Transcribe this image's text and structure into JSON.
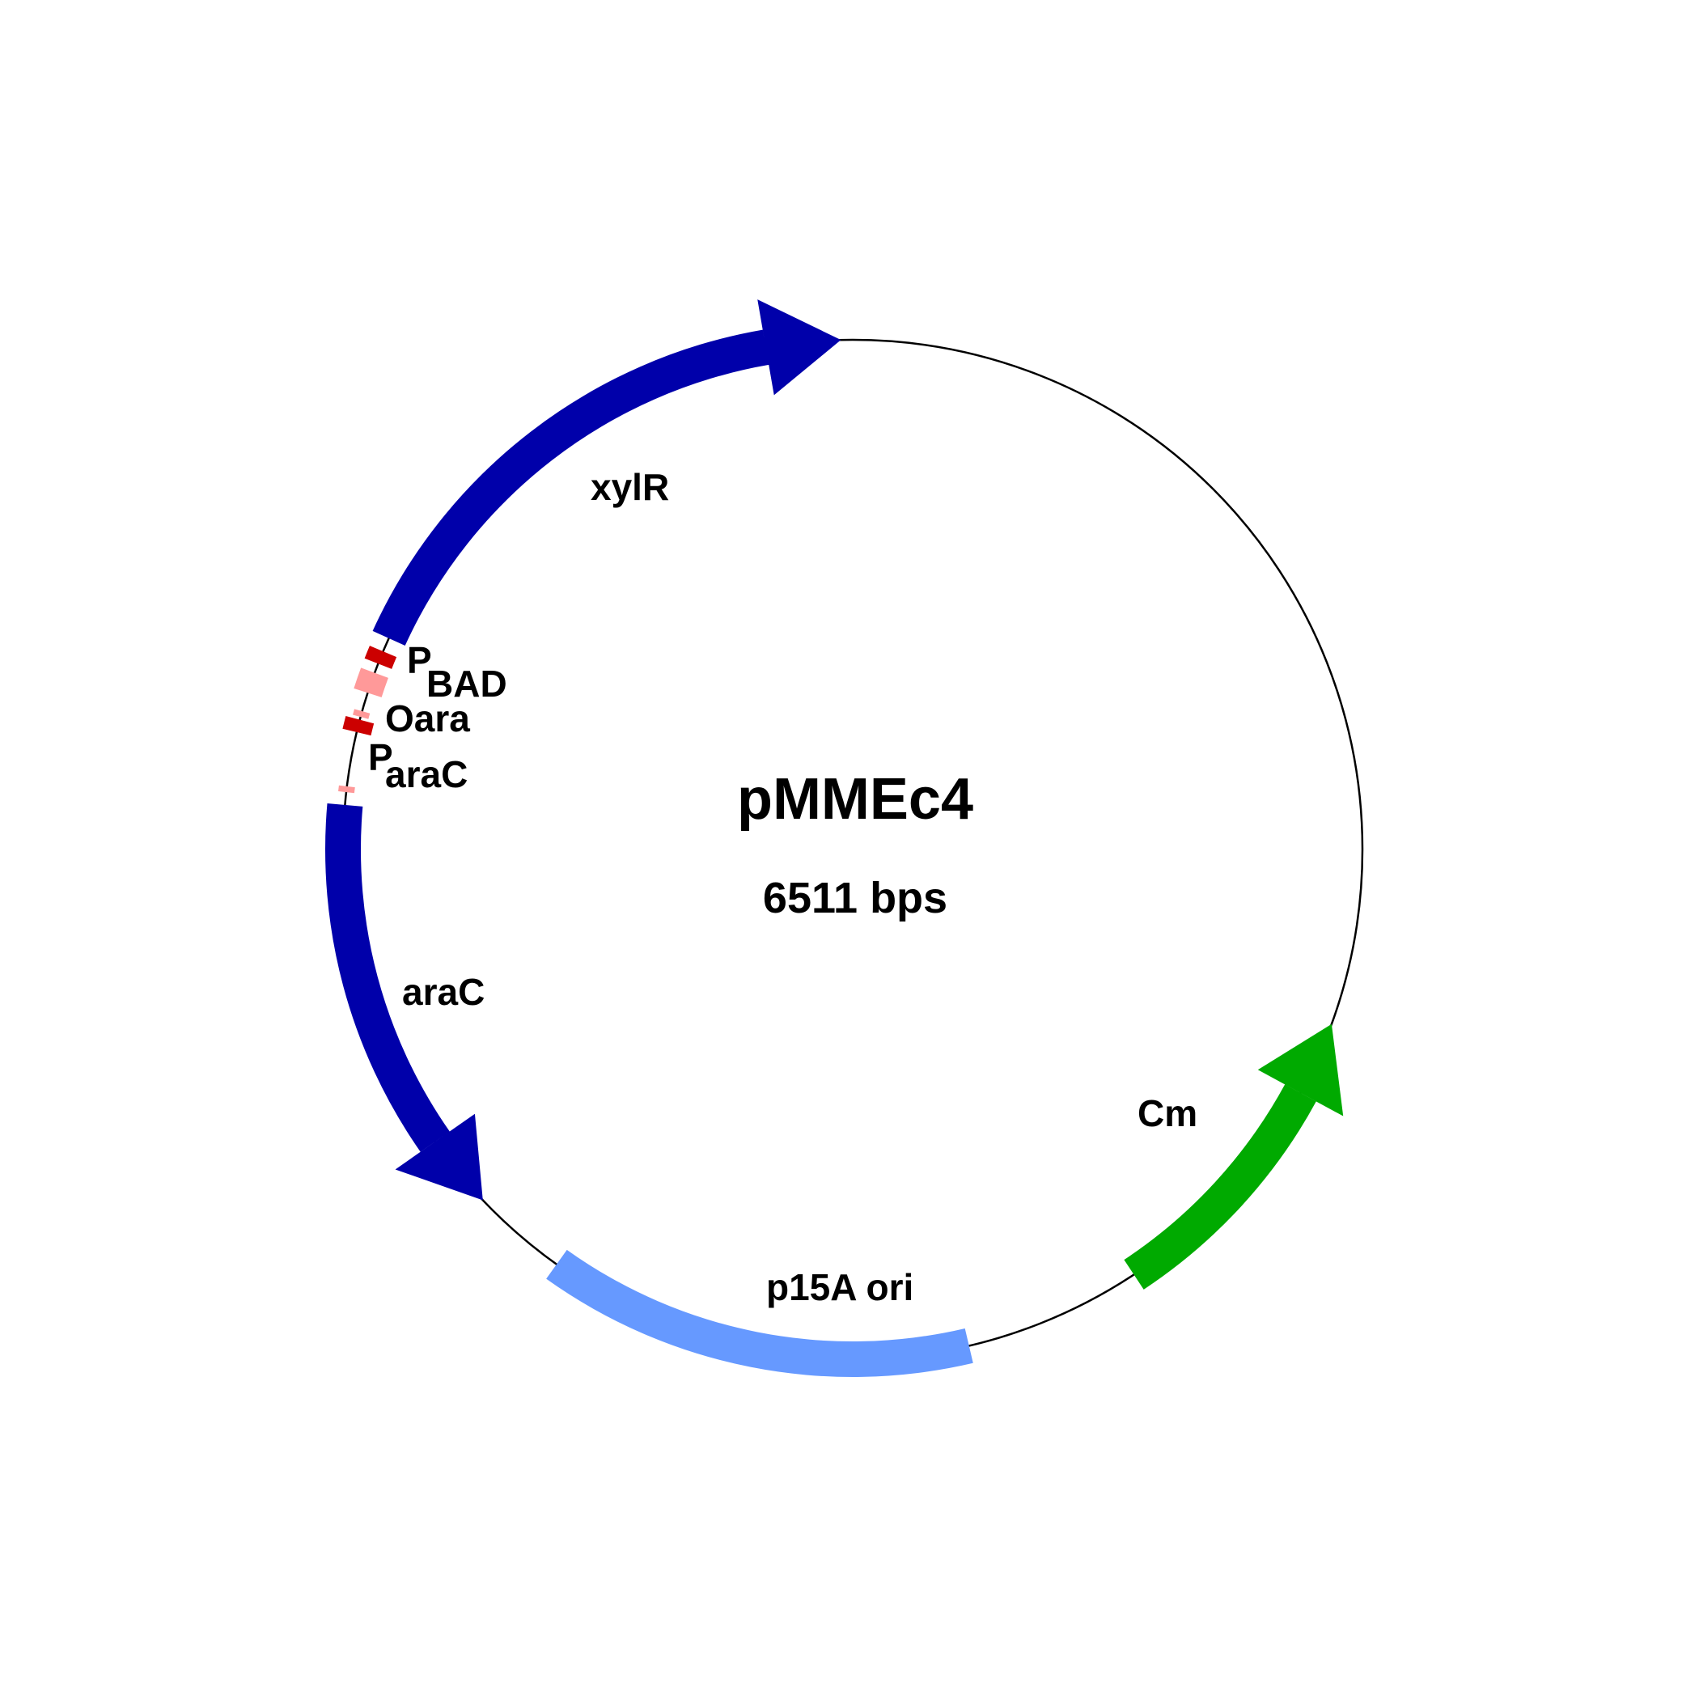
{
  "plasmid": {
    "name": "pMMEc4",
    "length_bp": 6511,
    "size_label": "6511 bps"
  },
  "features": [
    {
      "id": "xylR",
      "label": "xylR",
      "type": "gene",
      "strand": "+",
      "start": 5326,
      "end": 6487,
      "color": "#0000AA"
    },
    {
      "id": "araC",
      "label": "araC",
      "type": "gene",
      "strand": "-",
      "start": 4097,
      "end": 4974,
      "color": "#0000AA"
    },
    {
      "id": "p15A-ori",
      "label": "p15A ori",
      "type": "rep_origin",
      "strand": "none",
      "start": 3017,
      "end": 3898,
      "color": "#6699FF"
    },
    {
      "id": "Cm",
      "label": "Cm",
      "type": "gene",
      "strand": "-",
      "start": 1990,
      "end": 2650,
      "color": "#00AA00"
    },
    {
      "id": "pbad-promoter",
      "label_main": "P",
      "label_sub": "BAD",
      "type": "promoter",
      "start": 5270,
      "end": 5297,
      "color": "#CC0000"
    },
    {
      "id": "operator-1",
      "type": "operator",
      "start": 5207,
      "end": 5250,
      "color": "#FF9999"
    },
    {
      "id": "oara-operator",
      "label": "Oara",
      "type": "operator",
      "start": 5156,
      "end": 5168,
      "color": "#FF9999"
    },
    {
      "id": "parac-promoter",
      "label_main": "P",
      "label_sub": "araC",
      "type": "promoter",
      "start": 5124,
      "end": 5150,
      "color": "#CC0000"
    },
    {
      "id": "operator-2",
      "type": "operator",
      "start": 5000,
      "end": 5012,
      "color": "#FF9999"
    }
  ],
  "colors": {
    "backbone": "#000000",
    "text": "#000000",
    "background": "#FFFFFF"
  }
}
